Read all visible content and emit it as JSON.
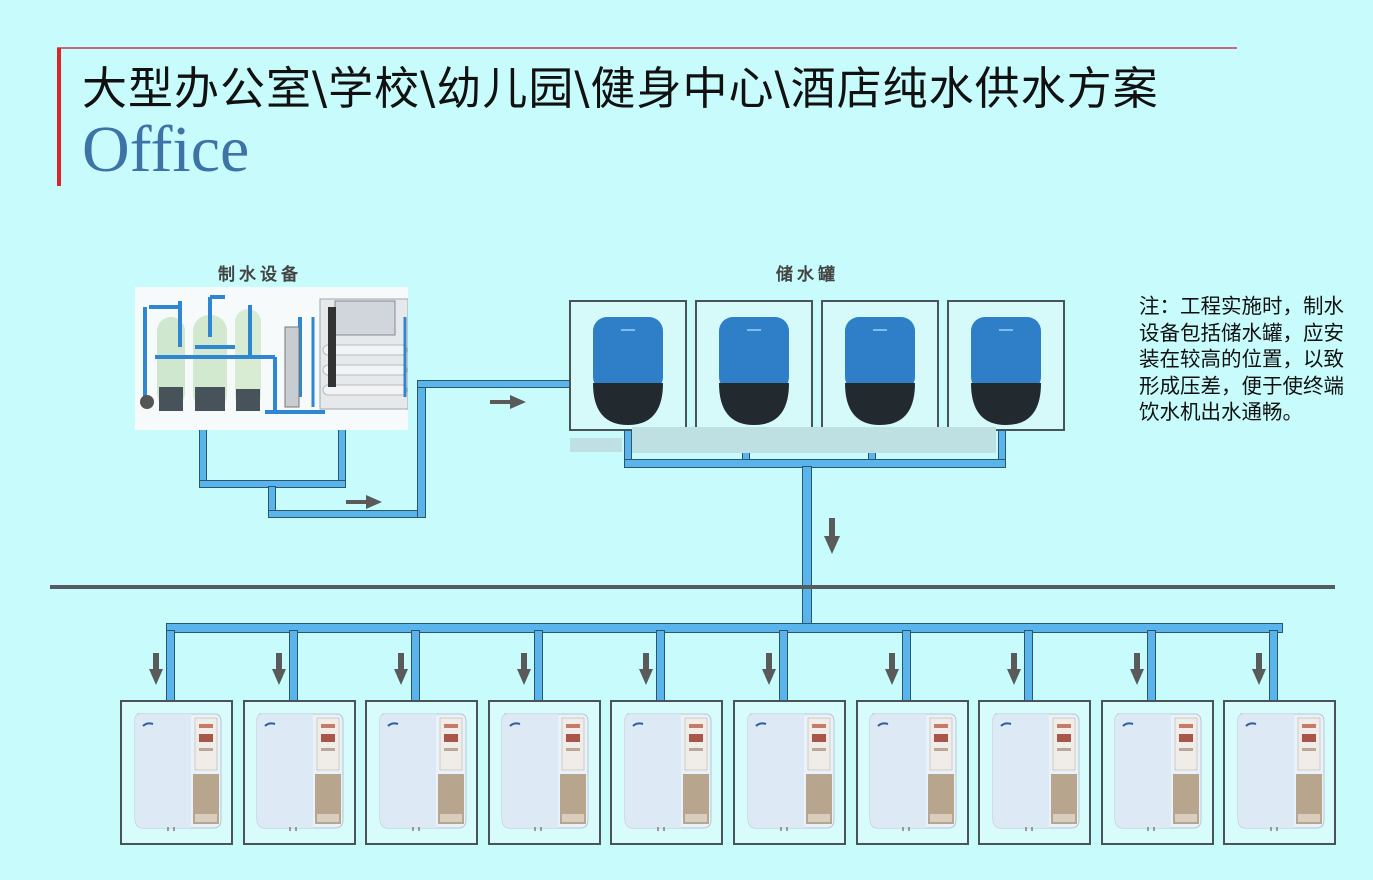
{
  "title": {
    "chinese": "大型办公室\\学校\\幼儿园\\健身中心\\酒店纯水供水方案",
    "english": "Office"
  },
  "labels": {
    "equipment": "制水设备",
    "storage_tanks": "储水罐"
  },
  "note": "注：工程实施时，制水设备包括储水罐，应安装在较高的位置，以致形成压差，便于使终端饮水机出水通畅。",
  "components": {
    "water_equipment": {
      "name": "water-treatment-equipment",
      "count": 1
    },
    "storage_tanks": {
      "name": "storage-tank",
      "count": 4
    },
    "dispensers": {
      "name": "water-dispenser",
      "count": 10
    }
  },
  "flow": [
    "制水设备",
    "储水罐",
    "饮水机"
  ],
  "colors": {
    "background": "#c8fcfc",
    "pipe": "#5ab4ec",
    "pipe_outline": "#2d5570",
    "arrow": "#5a5a5a",
    "title_accent": "#d8262a",
    "english_title": "#3e73a8",
    "tank_blue": "#2e7fc8",
    "tank_base": "#222a30"
  }
}
